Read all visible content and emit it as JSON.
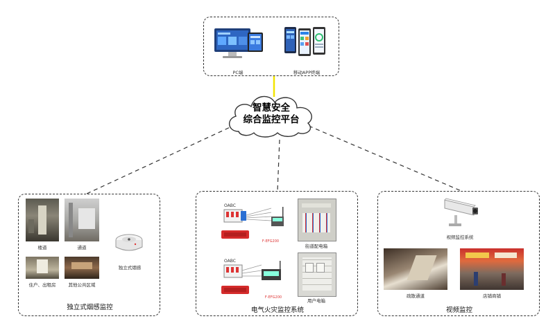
{
  "platform": {
    "line1": "智慧安全",
    "line2": "综合监控平台"
  },
  "terminals": {
    "pc_label": "PC端",
    "app_label": "移动APP终端"
  },
  "smoke_panel": {
    "title": "独立式烟感监控",
    "labels": {
      "corridor": "楼道",
      "passage": "通道",
      "rental": "住户、出租房",
      "public": "其他公共区域",
      "detector": "独立式烟感"
    }
  },
  "electrical_panel": {
    "title": "电气火灾监控系统",
    "labels": {
      "device_top": "F-EFG200",
      "cabinet_top": "街道配电箱",
      "device_bottom": "F-EFG200",
      "cabinet_bottom": "用户电箱"
    }
  },
  "video_panel": {
    "title": "视频监控",
    "labels": {
      "camera": "视频监控系统",
      "passage": "疏散通道",
      "shops": "店铺商铺"
    }
  }
}
